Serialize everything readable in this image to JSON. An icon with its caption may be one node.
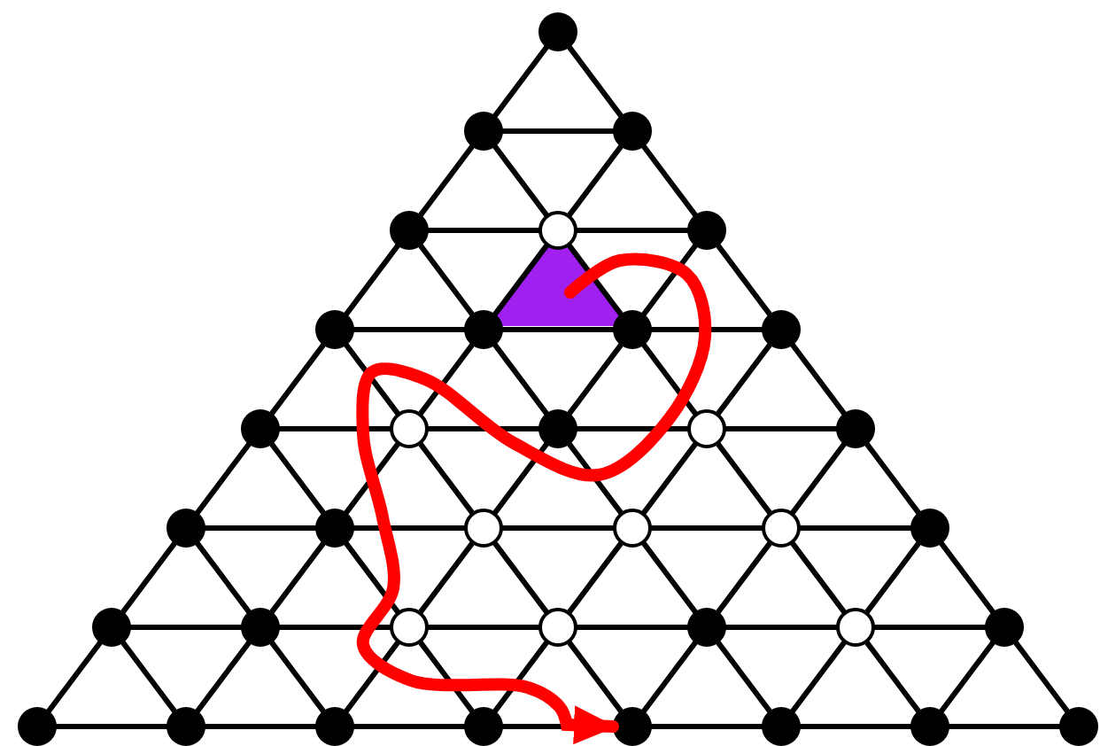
{
  "diagram": {
    "nodes": [
      {
        "text": [],
        "shape": "circle"
      },
      {
        "text": [],
        "shape": "circle"
      },
      {
        "text": [],
        "shape": "circle"
      },
      {
        "text": [],
        "shape": "circle"
      },
      {
        "text": [],
        "shape": "ring"
      },
      {
        "text": [],
        "shape": "circle"
      },
      {
        "text": [],
        "shape": "circle"
      },
      {
        "text": [],
        "shape": "circle"
      },
      {
        "text": [],
        "shape": "circle"
      },
      {
        "text": [],
        "shape": "circle"
      },
      {
        "text": [],
        "shape": "circle"
      },
      {
        "text": [],
        "shape": "ring"
      },
      {
        "text": [],
        "shape": "circle"
      },
      {
        "text": [],
        "shape": "ring"
      },
      {
        "text": [],
        "shape": "circle"
      },
      {
        "text": [],
        "shape": "circle"
      },
      {
        "text": [],
        "shape": "circle"
      },
      {
        "text": [],
        "shape": "ring"
      },
      {
        "text": [],
        "shape": "ring"
      },
      {
        "text": [],
        "shape": "ring"
      },
      {
        "text": [],
        "shape": "circle"
      },
      {
        "text": [],
        "shape": "circle"
      },
      {
        "text": [],
        "shape": "circle"
      },
      {
        "text": [],
        "shape": "ring"
      },
      {
        "text": [],
        "shape": "ring"
      },
      {
        "text": [],
        "shape": "circle"
      },
      {
        "text": [],
        "shape": "ring"
      },
      {
        "text": [],
        "shape": "circle"
      },
      {
        "text": [],
        "shape": "circle"
      },
      {
        "text": [],
        "shape": "circle"
      },
      {
        "text": [],
        "shape": "circle"
      },
      {
        "text": [],
        "shape": "circle"
      },
      {
        "text": [],
        "shape": "circle"
      },
      {
        "text": [],
        "shape": "circle"
      },
      {
        "text": [],
        "shape": "circle"
      },
      {
        "text": [],
        "shape": "circle"
      },
      {
        "text": [],
        "shape": "triangle"
      }
    ],
    "edges": [
      {
        "from": 0,
        "to": 1,
        "arrow": "none"
      },
      {
        "from": 0,
        "to": 2,
        "arrow": "none"
      },
      {
        "from": 1,
        "to": 2,
        "arrow": "none"
      },
      {
        "from": 1,
        "to": 3,
        "arrow": "none"
      },
      {
        "from": 1,
        "to": 4,
        "arrow": "none"
      },
      {
        "from": 2,
        "to": 4,
        "arrow": "none"
      },
      {
        "from": 2,
        "to": 5,
        "arrow": "none"
      },
      {
        "from": 3,
        "to": 4,
        "arrow": "none"
      },
      {
        "from": 4,
        "to": 5,
        "arrow": "none"
      },
      {
        "from": 3,
        "to": 6,
        "arrow": "none"
      },
      {
        "from": 3,
        "to": 7,
        "arrow": "none"
      },
      {
        "from": 4,
        "to": 7,
        "arrow": "none"
      },
      {
        "from": 4,
        "to": 8,
        "arrow": "none"
      },
      {
        "from": 5,
        "to": 8,
        "arrow": "none"
      },
      {
        "from": 5,
        "to": 9,
        "arrow": "none"
      },
      {
        "from": 6,
        "to": 7,
        "arrow": "none"
      },
      {
        "from": 7,
        "to": 8,
        "arrow": "none"
      },
      {
        "from": 8,
        "to": 9,
        "arrow": "none"
      },
      {
        "from": 6,
        "to": 10,
        "arrow": "none"
      },
      {
        "from": 6,
        "to": 11,
        "arrow": "none"
      },
      {
        "from": 7,
        "to": 11,
        "arrow": "none"
      },
      {
        "from": 7,
        "to": 12,
        "arrow": "none"
      },
      {
        "from": 8,
        "to": 12,
        "arrow": "none"
      },
      {
        "from": 8,
        "to": 13,
        "arrow": "none"
      },
      {
        "from": 9,
        "to": 13,
        "arrow": "none"
      },
      {
        "from": 9,
        "to": 14,
        "arrow": "none"
      },
      {
        "from": 10,
        "to": 11,
        "arrow": "none"
      },
      {
        "from": 11,
        "to": 12,
        "arrow": "none"
      },
      {
        "from": 12,
        "to": 13,
        "arrow": "none"
      },
      {
        "from": 13,
        "to": 14,
        "arrow": "none"
      },
      {
        "from": 10,
        "to": 15,
        "arrow": "none"
      },
      {
        "from": 10,
        "to": 16,
        "arrow": "none"
      },
      {
        "from": 11,
        "to": 16,
        "arrow": "none"
      },
      {
        "from": 11,
        "to": 17,
        "arrow": "none"
      },
      {
        "from": 12,
        "to": 17,
        "arrow": "none"
      },
      {
        "from": 12,
        "to": 18,
        "arrow": "none"
      },
      {
        "from": 13,
        "to": 18,
        "arrow": "none"
      },
      {
        "from": 13,
        "to": 19,
        "arrow": "none"
      },
      {
        "from": 14,
        "to": 19,
        "arrow": "none"
      },
      {
        "from": 14,
        "to": 20,
        "arrow": "none"
      },
      {
        "from": 15,
        "to": 16,
        "arrow": "none"
      },
      {
        "from": 16,
        "to": 17,
        "arrow": "none"
      },
      {
        "from": 17,
        "to": 18,
        "arrow": "none"
      },
      {
        "from": 18,
        "to": 19,
        "arrow": "none"
      },
      {
        "from": 19,
        "to": 20,
        "arrow": "none"
      },
      {
        "from": 15,
        "to": 21,
        "arrow": "none"
      },
      {
        "from": 15,
        "to": 22,
        "arrow": "none"
      },
      {
        "from": 16,
        "to": 22,
        "arrow": "none"
      },
      {
        "from": 16,
        "to": 23,
        "arrow": "none"
      },
      {
        "from": 17,
        "to": 23,
        "arrow": "none"
      },
      {
        "from": 17,
        "to": 24,
        "arrow": "none"
      },
      {
        "from": 18,
        "to": 24,
        "arrow": "none"
      },
      {
        "from": 18,
        "to": 25,
        "arrow": "none"
      },
      {
        "from": 19,
        "to": 25,
        "arrow": "none"
      },
      {
        "from": 19,
        "to": 26,
        "arrow": "none"
      },
      {
        "from": 20,
        "to": 26,
        "arrow": "none"
      },
      {
        "from": 20,
        "to": 27,
        "arrow": "none"
      },
      {
        "from": 21,
        "to": 22,
        "arrow": "none"
      },
      {
        "from": 22,
        "to": 23,
        "arrow": "none"
      },
      {
        "from": 23,
        "to": 24,
        "arrow": "none"
      },
      {
        "from": 24,
        "to": 25,
        "arrow": "none"
      },
      {
        "from": 25,
        "to": 26,
        "arrow": "none"
      },
      {
        "from": 26,
        "to": 27,
        "arrow": "none"
      },
      {
        "from": 21,
        "to": 28,
        "arrow": "none"
      },
      {
        "from": 21,
        "to": 29,
        "arrow": "none"
      },
      {
        "from": 22,
        "to": 29,
        "arrow": "none"
      },
      {
        "from": 22,
        "to": 30,
        "arrow": "none"
      },
      {
        "from": 23,
        "to": 30,
        "arrow": "none"
      },
      {
        "from": 23,
        "to": 31,
        "arrow": "none"
      },
      {
        "from": 24,
        "to": 31,
        "arrow": "none"
      },
      {
        "from": 24,
        "to": 32,
        "arrow": "none"
      },
      {
        "from": 25,
        "to": 32,
        "arrow": "none"
      },
      {
        "from": 25,
        "to": 33,
        "arrow": "none"
      },
      {
        "from": 26,
        "to": 33,
        "arrow": "none"
      },
      {
        "from": 26,
        "to": 34,
        "arrow": "none"
      },
      {
        "from": 27,
        "to": 34,
        "arrow": "none"
      },
      {
        "from": 27,
        "to": 35,
        "arrow": "none"
      },
      {
        "from": 28,
        "to": 29,
        "arrow": "none"
      },
      {
        "from": 29,
        "to": 30,
        "arrow": "none"
      },
      {
        "from": 30,
        "to": 31,
        "arrow": "none"
      },
      {
        "from": 31,
        "to": 32,
        "arrow": "none"
      },
      {
        "from": 32,
        "to": 33,
        "arrow": "none"
      },
      {
        "from": 33,
        "to": 34,
        "arrow": "none"
      },
      {
        "from": 34,
        "to": 35,
        "arrow": "none"
      },
      {
        "from": 36,
        "to": 32,
        "arrow": "to",
        "style": "thick",
        "color": "#ff0000"
      }
    ]
  }
}
